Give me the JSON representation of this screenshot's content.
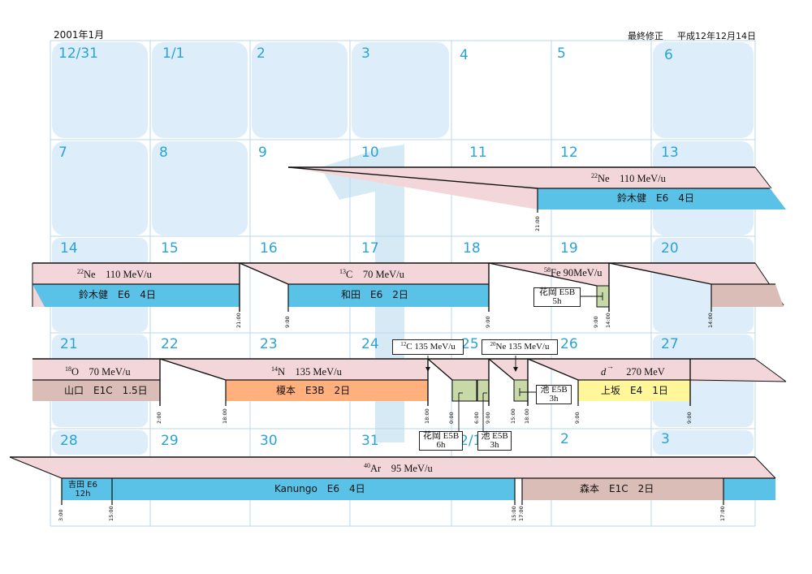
{
  "header": {
    "month": "2001年1月",
    "revision_label": "最終修正",
    "revision_date": "平成12年12月14日"
  },
  "colors": {
    "cell_fill": "#ddeefa",
    "grid_line": "#b8d8ee",
    "beam_band": "#f3d6d9",
    "experiment_blue": "#5bc2e7",
    "experiment_brown": "#dbbdb7",
    "experiment_orange": "#ffb07c",
    "experiment_yellow": "#fff799",
    "experiment_green": "#c6d9a6",
    "day_number": "#2aa3d6"
  },
  "calendar": {
    "weeks": [
      {
        "days": [
          "12/31",
          "1/1",
          "2",
          "3",
          "4",
          "5",
          "6"
        ]
      },
      {
        "days": [
          "7",
          "8",
          "9",
          "10",
          "11",
          "12",
          "13"
        ]
      },
      {
        "days": [
          "14",
          "15",
          "16",
          "17",
          "18",
          "19",
          "20"
        ]
      },
      {
        "days": [
          "21",
          "22",
          "23",
          "24",
          "25",
          "26",
          "27"
        ]
      },
      {
        "days": [
          "28",
          "29",
          "30",
          "31",
          "2/1",
          "2",
          "3"
        ]
      }
    ]
  },
  "beams": {
    "ne22_w2": {
      "mass": "22",
      "label": "Ne　110 MeV/u"
    },
    "ne22_w3": {
      "mass": "22",
      "label": "Ne　110 MeV/u"
    },
    "c13": {
      "mass": "13",
      "label": "C　70 MeV/u"
    },
    "fe58": {
      "mass": "58",
      "label": "Fe 90MeV/u"
    },
    "o18": {
      "mass": "18",
      "label": "O　70 MeV/u"
    },
    "n14": {
      "mass": "14",
      "label": "N　135 MeV/u"
    },
    "d": {
      "symbol": "d",
      "label": "270 MeV"
    },
    "ar40": {
      "mass": "40",
      "label": "Ar　95 MeV/u"
    },
    "c12_box": {
      "mass": "12",
      "label": "C 135 MeV/u"
    },
    "ne20_box": {
      "mass": "20",
      "label": "Ne 135 MeV/u"
    }
  },
  "experiments": {
    "suzuki_w2": "鈴木健　E6　4日",
    "suzuki_w3": "鈴木健　E6　4日",
    "wada": "和田　E6　2日",
    "yamaguchi": "山口　E1C　1.5日",
    "enomoto": "榎本　E3B　2日",
    "uesaka": "上坂　E4　1日",
    "yoshida_line1": "吉田 E6",
    "yoshida_line2": "12h",
    "kanungo": "Kanungo　E6　4日",
    "morimoto": "森本　E1C　2日",
    "hanaoka_w3_line1": "花岡 E5B",
    "hanaoka_w3_line2": "5h",
    "hanaoka_w4_line1": "花岡 E5B",
    "hanaoka_w4_line2": "6h",
    "ike_a_line1": "池 E5B",
    "ike_a_line2": "3h",
    "ike_b_line1": "池 E5B",
    "ike_b_line2": "3h"
  },
  "times": {
    "w2_2100": "21:00",
    "w3_2100": "21:00",
    "w3_900": "9:00",
    "w3_900b": "9:00",
    "w3_900c": "9:00",
    "w3_1400": "14:00",
    "w3_1400b": "14:00",
    "w4_200": "2:00",
    "w4_1800": "18:00",
    "w4_1800b": "18:00",
    "w4_000": "0:00",
    "w4_600": "6:00",
    "w4_900": "9:00",
    "w4_1500": "15:00",
    "w4_1800c": "18:00",
    "w4_900b": "9:00",
    "w4_900c": "9:00",
    "w5_300": "3:00",
    "w5_1500": "15:00",
    "w5_1500b": "15:00",
    "w5_1700": "17:00",
    "w5_1700b": "17:00"
  }
}
